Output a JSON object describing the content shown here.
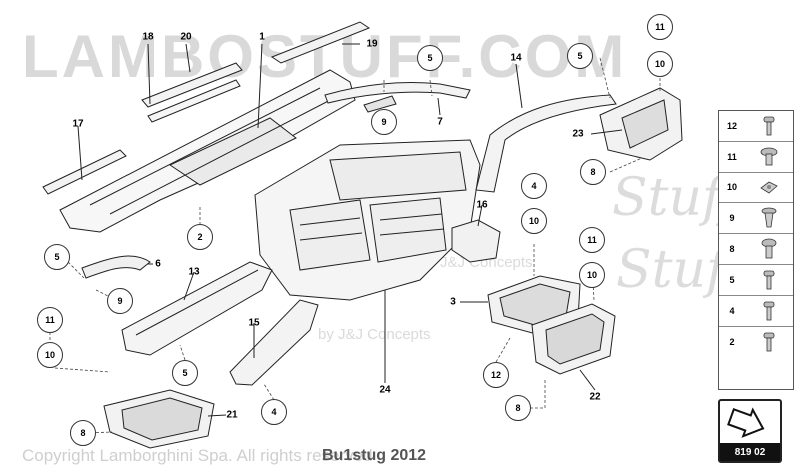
{
  "watermark": {
    "brand": "LAMBOSTUFF.COM",
    "script": "Stuff",
    "sub_1": "by J&J Concepts",
    "sub_2": "by J&J Concepts"
  },
  "callouts": [
    "18",
    "20",
    "1",
    "19",
    "17",
    "14",
    "23",
    "7",
    "16",
    "6",
    "13",
    "15",
    "3",
    "24",
    "21",
    "22"
  ],
  "circles": [
    "11",
    "10",
    "5",
    "5",
    "9",
    "8",
    "4",
    "10",
    "2",
    "5",
    "9",
    "11",
    "10",
    "11",
    "10",
    "12",
    "5",
    "4",
    "8",
    "8"
  ],
  "legend": {
    "rows": [
      {
        "num": "12",
        "part": "screw-part"
      },
      {
        "num": "11",
        "part": "rivet-part"
      },
      {
        "num": "10",
        "part": "square-nut-part"
      },
      {
        "num": "9",
        "part": "clip-part"
      },
      {
        "num": "8",
        "part": "round-clip-part"
      },
      {
        "num": "5",
        "part": "screw-part"
      },
      {
        "num": "4",
        "part": "screw-part"
      },
      {
        "num": "2",
        "part": "screw-part"
      }
    ]
  },
  "nav": {
    "page_label": "819 02"
  },
  "footer": {
    "copyright": "Copyright Lamborghini Spa. All rights reserved",
    "date": "Bu1stug 2012"
  },
  "colors": {
    "ink": "#222222",
    "watermark": "#d9d9d9",
    "background": "#ffffff"
  }
}
